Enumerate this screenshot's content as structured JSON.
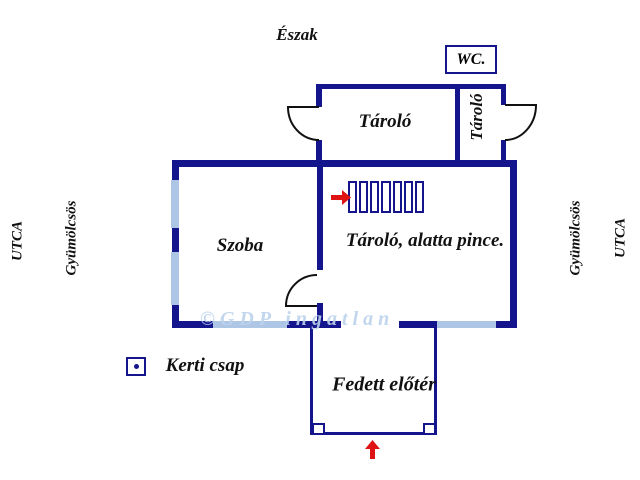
{
  "compass": {
    "north_label": "Észak"
  },
  "rooms": {
    "upper_storage": "Tároló",
    "side_storage": "Tároló",
    "wc": "WC.",
    "living_room": "Szoba",
    "main_storage": "Tároló, alatta pince.",
    "porch": "Fedett előtér"
  },
  "surroundings": {
    "street_left": "UTCA",
    "orchard_left": "Gyümölcsös",
    "orchard_right": "Gyümölcsös",
    "street_right": "UTCA"
  },
  "legend": {
    "garden_tap_label": "Kerti csap"
  },
  "watermark": "©GDP ingatlan",
  "colors": {
    "wall": "#14148C",
    "window": "#AEC6E6",
    "door_line": "#111111",
    "arrow": "#DE1414",
    "watermark": "#BCD2EC"
  }
}
